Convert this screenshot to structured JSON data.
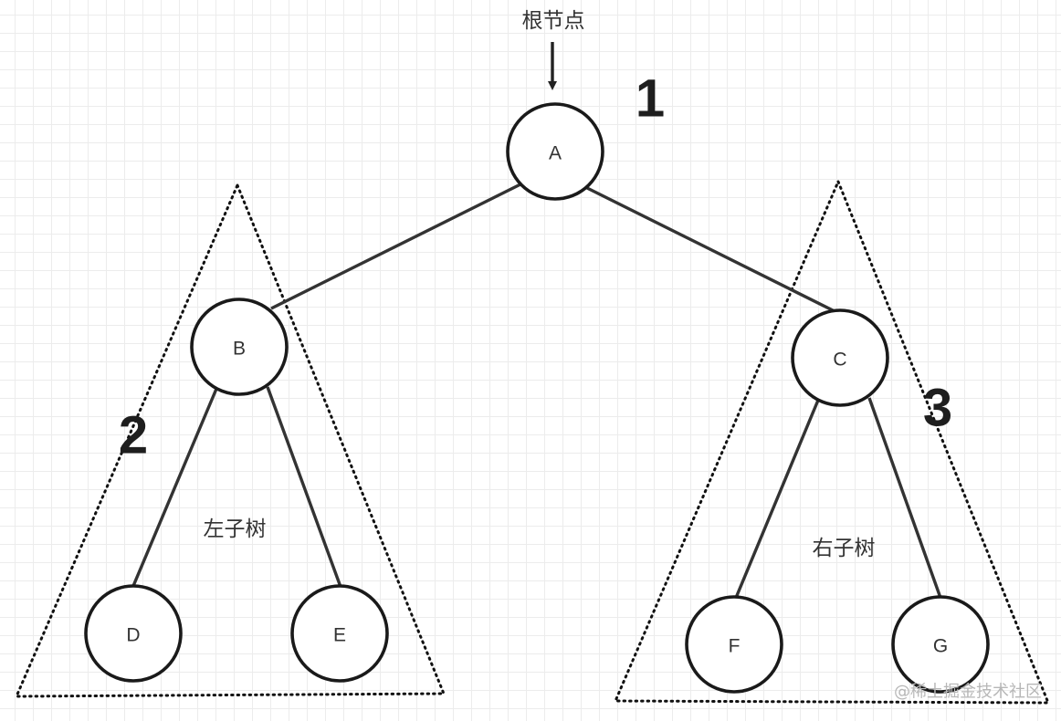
{
  "root_caption": "根节点",
  "nodes": {
    "A": "A",
    "B": "B",
    "C": "C",
    "D": "D",
    "E": "E",
    "F": "F",
    "G": "G"
  },
  "edges": [
    [
      "A",
      "B"
    ],
    [
      "A",
      "C"
    ],
    [
      "B",
      "D"
    ],
    [
      "B",
      "E"
    ],
    [
      "C",
      "F"
    ],
    [
      "C",
      "G"
    ]
  ],
  "regions": {
    "root_number": "1",
    "left_number": "2",
    "right_number": "3",
    "left_subtree_label": "左子树",
    "right_subtree_label": "右子树"
  },
  "watermark": "@稀土掘金技术社区"
}
